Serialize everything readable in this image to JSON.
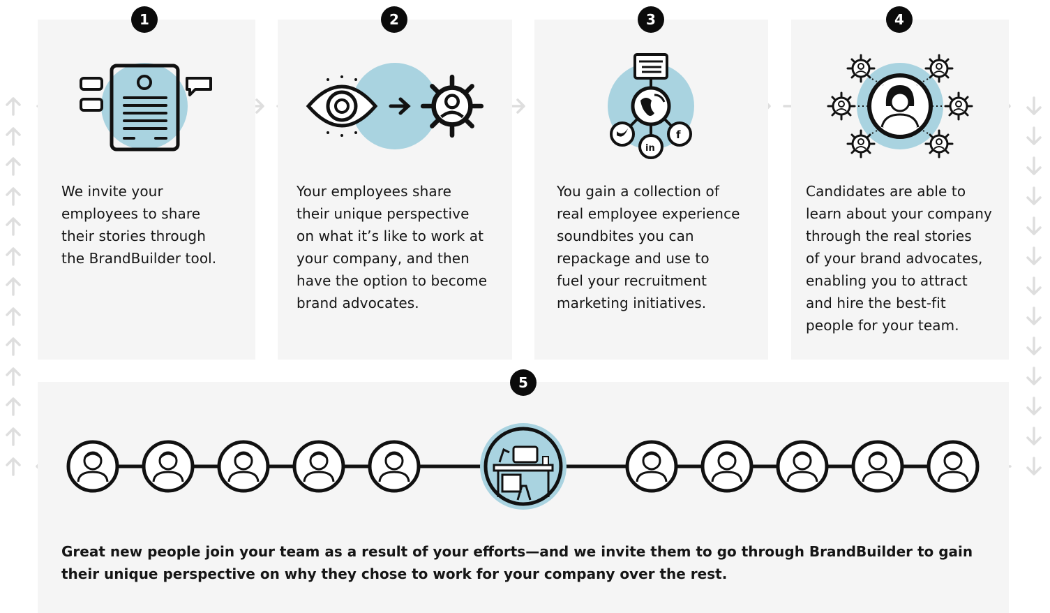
{
  "colors": {
    "accent": "#a9d3e0",
    "card": "#f5f5f5",
    "badge": "#0b0b0b",
    "arrow": "#dedede"
  },
  "steps": [
    {
      "number": "1",
      "text": "We invite your\nemployees to share\ntheir stories through\nthe BrandBuilder tool.",
      "icon": "employee-profile-icon"
    },
    {
      "number": "2",
      "text": "Your employees share\ntheir unique perspective\non what it’s like to work at\nyour company, and then\nhave the option to become\nbrand advocates.",
      "icon": "eye-to-advocate-icon"
    },
    {
      "number": "3",
      "text": "You gain a collection of\nreal employee experience\nsoundbites you can\nrepackage and use to\nfuel your recruitment\nmarketing initiatives.",
      "icon": "globe-social-network-icon"
    },
    {
      "number": "4",
      "text": "Candidates are able to\nlearn about your company\nthrough the real stories\nof your brand advocates,\nenabling you to attract\nand hire the best-fit\npeople for your team.",
      "icon": "candidate-network-icon"
    }
  ],
  "step5": {
    "number": "5",
    "text": "Great new people join your team as a result of your efforts—and we invite them to go through BrandBuilder to gain their unique perspective on why they chose to work for your company over the rest.",
    "center_icon": "workspace-desk-icon",
    "people_icons": [
      "person-icon",
      "person-icon",
      "person-icon",
      "person-icon",
      "person-icon",
      "person-icon",
      "person-icon",
      "person-icon",
      "person-icon",
      "person-icon"
    ]
  }
}
